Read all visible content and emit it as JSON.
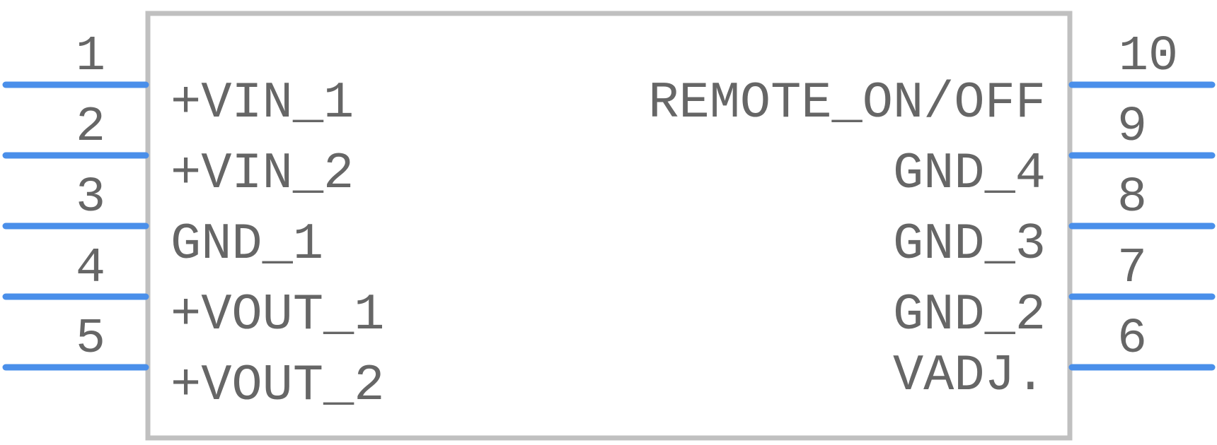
{
  "colors": {
    "pin": "#4a8fea",
    "body_stroke": "#c0c0c0",
    "text": "#666666",
    "background": "#ffffff"
  },
  "pins_left": [
    {
      "number": "1",
      "label": "+VIN_1"
    },
    {
      "number": "2",
      "label": "+VIN_2"
    },
    {
      "number": "3",
      "label": "GND_1"
    },
    {
      "number": "4",
      "label": "+VOUT_1"
    },
    {
      "number": "5",
      "label": "+VOUT_2"
    }
  ],
  "pins_right": [
    {
      "number": "10",
      "label": "REMOTE_ON/OFF"
    },
    {
      "number": "9",
      "label": "GND_4"
    },
    {
      "number": "8",
      "label": "GND_3"
    },
    {
      "number": "7",
      "label": "GND_2"
    },
    {
      "number": "6",
      "label": "VADJ."
    }
  ]
}
